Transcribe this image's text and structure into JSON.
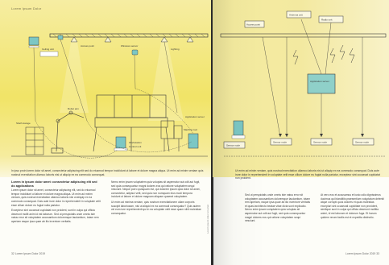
{
  "header": {
    "section": "Lorem Ipsum Dolor"
  },
  "left_page": {
    "labels": {
      "ceiling_unit": "Ceiling unit",
      "access_point": "Access point",
      "wireless_sensor": "Wireless sensor",
      "application_server": "Application server",
      "lighting": "Lighting",
      "workstation": "Workstation",
      "robot_arm": "Robot arm",
      "control_unit": "Control unit",
      "shelf_storage": "Shelf storage",
      "machine_tool": "Machine tool"
    },
    "caption": "In ipso proin lorem dolor sit amet, consectetur adipiscing elit sed do eiusmod tempor incididunt ut labore et dolore magna aliqua. Ut enim ad minim veniam quis nostrud exercitation ullamco laboris nisi ut aliquip ex ea commodo consequat.",
    "column1": {
      "heading": "Lorem in ipsum dolor amet: consectetur adipiscing elit sed do applications",
      "p1": "Lorem ipsum dolor sit amet, consectetur adipiscing elit, sed do eiusmod tempor incididunt ut labore et dolore magna aliqua. Ut enim ad minim veniam, quis nostrud exercitation ullamco laboris nisi ut aliquip ex ea commodo consequat. Duis aute irure dolor in reprehenderit in voluptate velit esse cillum dolore eu fugiat nulla pariatur.",
      "p2": "Excepteur sint occaecat cupidatat non proident, sunt in culpa qui officia deserunt mollit anim id est laborum. Sed ut perspiciatis unde omnis iste natus error sit voluptatem accusantium doloremque laudantium, totam rem aperiam eaque ipsa quae ab illo inventore veritatis."
    },
    "column2": {
      "p1": "Nemo enim ipsam voluptatem quia voluptas sit aspernatur aut odit aut fugit, sed quia consequuntur magni dolores eos qui ratione voluptatem sequi nesciunt. Neque porro quisquam est, qui dolorem ipsum quia dolor sit amet, consectetur, adipisci velit, sed quia non numquam eius modi tempora incidunt ut labore et dolore magnam aliquam quaerat voluptatem.",
      "p2": "Ut enim ad minima veniam, quis nostrum exercitationem ullam corporis suscipit laboriosam, nisi ut aliquid ex ea commodi consequatur? Quis autem vel eum iure reprehenderit qui in ea voluptate velit esse quam nihil molestiae consequatur."
    },
    "footer": "32   Lorem Ipsum Dolor 2019"
  },
  "right_page": {
    "labels": {
      "antenna_a": "Antenna unit",
      "antenna_b": "Radio unit",
      "antenna_c": "Access point",
      "server": "Application server",
      "node_1": "Sensor node",
      "node_2": "Sensor node",
      "node_3": "Sensor node",
      "node_4": "Sensor node"
    },
    "caption": "Ut enim ad minim veniam, quis nostrud exercitation ullamco laboris nisi ut aliquip ex ea commodo consequat. Duis aute irure dolor in reprehenderit in voluptate velit esse cillum dolore eu fugiat nulla pariatur, excepteur sint occaecat cupidatat non proident.",
    "column1": {
      "p1": "Sed ut perspiciatis unde omnis iste natus error sit voluptatem accusantium doloremque laudantium, totam rem aperiam, eaque ipsa quae ab illo inventore veritatis et quasi architecto beatae vitae dicta sunt explicabo. Nemo enim ipsam voluptatem quia voluptas sit aspernatur aut odit aut fugit, sed quia consequuntur magni dolores eos qui ratione voluptatem sequi nesciunt."
    },
    "column2": {
      "p1": "At vero eos et accusamus et iusto odio dignissimos ducimus qui blanditiis praesentium voluptatum deleniti atque corrupti quos dolores et quas molestias excepturi sint occaecati cupiditate non provident, similique sunt in culpa qui officia deserunt mollitia animi, id est laborum et dolorum fuga. Et harum quidem rerum facilis est et expedita distinctio."
    },
    "footer": "Lorem Ipsum Dolor 2019   33"
  },
  "vertical_note": "Lorem ipsum dolor sit amet",
  "colors": {
    "accent_yellow": "#f1e467",
    "device_teal": "#7cc7c4",
    "line_dark": "#3a3a3a"
  }
}
